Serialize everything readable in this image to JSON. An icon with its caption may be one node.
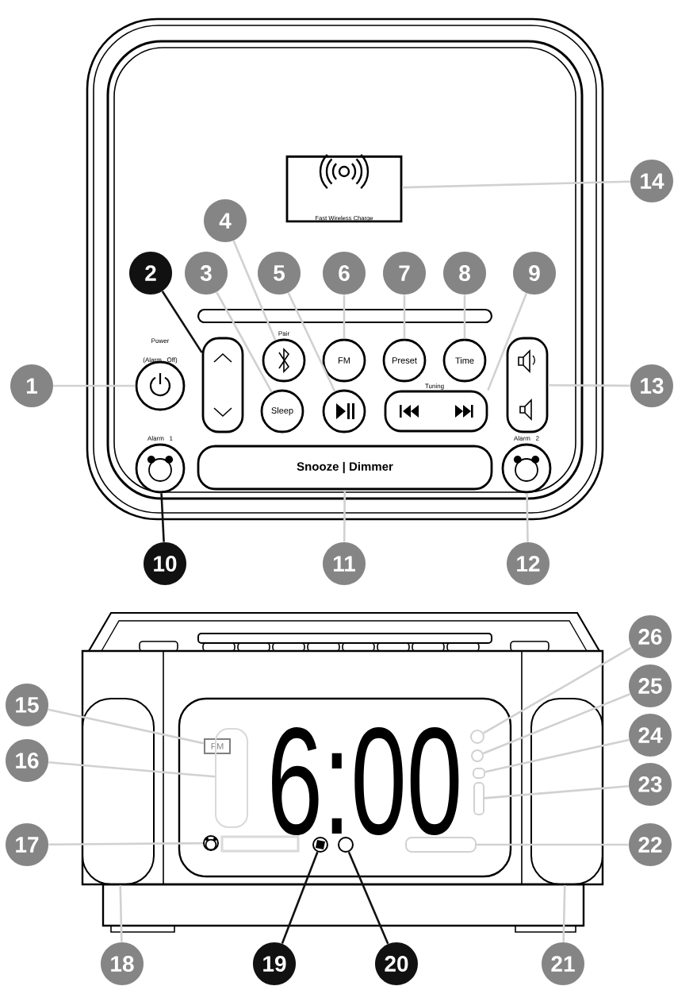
{
  "diagram": {
    "nodes": [
      {
        "text": [
          "1"
        ]
      },
      {
        "text": [
          "2"
        ]
      },
      {
        "text": [
          "3"
        ]
      },
      {
        "text": [
          "4"
        ]
      },
      {
        "text": [
          "5"
        ]
      },
      {
        "text": [
          "6"
        ]
      },
      {
        "text": [
          "7"
        ]
      },
      {
        "text": [
          "8"
        ]
      },
      {
        "text": [
          "9"
        ]
      },
      {
        "text": [
          "10"
        ]
      },
      {
        "text": [
          "11"
        ]
      },
      {
        "text": [
          "12"
        ]
      },
      {
        "text": [
          "13"
        ]
      },
      {
        "text": [
          "14"
        ]
      },
      {
        "text": [
          "15"
        ]
      },
      {
        "text": [
          "16"
        ]
      },
      {
        "text": [
          "17"
        ]
      },
      {
        "text": [
          "18"
        ]
      },
      {
        "text": [
          "19"
        ]
      },
      {
        "text": [
          "20"
        ]
      },
      {
        "text": [
          "21"
        ]
      },
      {
        "text": [
          "22"
        ]
      },
      {
        "text": [
          "23"
        ]
      },
      {
        "text": [
          "24"
        ]
      },
      {
        "text": [
          "25"
        ]
      },
      {
        "text": [
          "26"
        ]
      },
      {
        "text": [
          "Fast Wireless Charge"
        ]
      },
      {
        "text": [],
        "shape": "circle",
        "beside": [
          "Power (Alarm Off)"
        ]
      },
      {
        "text": [],
        "shape": "box"
      },
      {
        "text": [
          "Sleep"
        ]
      },
      {
        "text": [],
        "shape": "circle",
        "beside": [
          "Pair"
        ]
      },
      {
        "text": [],
        "shape": "circle"
      },
      {
        "text": [
          "FM"
        ]
      },
      {
        "text": [
          "Preset"
        ]
      },
      {
        "text": [
          "Time"
        ]
      },
      {
        "text": [],
        "shape": "box"
      },
      {
        "text": [],
        "shape": "circle",
        "beside": [
          "Alarm 1"
        ]
      },
      {
        "text": [
          "Snooze | Dimmer"
        ]
      },
      {
        "text": [],
        "shape": "circle",
        "beside": [
          "Alarm 2"
        ]
      },
      {
        "text": [],
        "shape": "box"
      },
      {
        "text": [
          "PM"
        ]
      },
      {
        "text": [],
        "shape": "box"
      },
      {
        "text": [],
        "shape": "circle"
      },
      {
        "text": [],
        "shape": "box"
      },
      {
        "text": [],
        "shape": "circle"
      },
      {
        "text": [],
        "shape": "circle"
      },
      {
        "text": [],
        "shape": "box"
      },
      {
        "text": [],
        "shape": "box"
      },
      {
        "text": [],
        "shape": "box"
      },
      {
        "text": [],
        "shape": "box"
      },
      {
        "text": [],
        "shape": "circle"
      },
      {
        "text": [],
        "shape": "circle"
      }
    ],
    "edges": [
      {
        "from": 0,
        "to": 27,
        "arrow": "none"
      },
      {
        "from": 1,
        "to": 28,
        "arrow": "none",
        "color": "#111111"
      },
      {
        "from": 2,
        "to": 29,
        "arrow": "none"
      },
      {
        "from": 3,
        "to": 30,
        "arrow": "none"
      },
      {
        "from": 4,
        "to": 31,
        "arrow": "none"
      },
      {
        "from": 5,
        "to": 32,
        "arrow": "none"
      },
      {
        "from": 6,
        "to": 33,
        "arrow": "none"
      },
      {
        "from": 7,
        "to": 34,
        "arrow": "none"
      },
      {
        "from": 8,
        "to": 35,
        "arrow": "none"
      },
      {
        "from": 9,
        "to": 36,
        "arrow": "none",
        "color": "#111111"
      },
      {
        "from": 10,
        "to": 37,
        "arrow": "none"
      },
      {
        "from": 11,
        "to": 38,
        "arrow": "none"
      },
      {
        "from": 12,
        "to": 39,
        "arrow": "none"
      },
      {
        "from": 13,
        "to": 26,
        "arrow": "none"
      },
      {
        "from": 14,
        "to": 40,
        "arrow": "none"
      },
      {
        "from": 15,
        "to": 41,
        "arrow": "none"
      },
      {
        "from": 16,
        "to": 42,
        "arrow": "none"
      },
      {
        "from": 17,
        "to": 43,
        "arrow": "none"
      },
      {
        "from": 18,
        "to": 44,
        "arrow": "none",
        "color": "#111111"
      },
      {
        "from": 19,
        "to": 45,
        "arrow": "none",
        "color": "#111111"
      },
      {
        "from": 20,
        "to": 46,
        "arrow": "none"
      },
      {
        "from": 21,
        "to": 47,
        "arrow": "none"
      },
      {
        "from": 22,
        "to": 48,
        "arrow": "none"
      },
      {
        "from": 23,
        "to": 49,
        "arrow": "none"
      },
      {
        "from": 24,
        "to": 50,
        "arrow": "none"
      },
      {
        "from": 25,
        "to": 51,
        "arrow": "none"
      }
    ],
    "labels": [
      "Tuning",
      "6:00"
    ]
  }
}
